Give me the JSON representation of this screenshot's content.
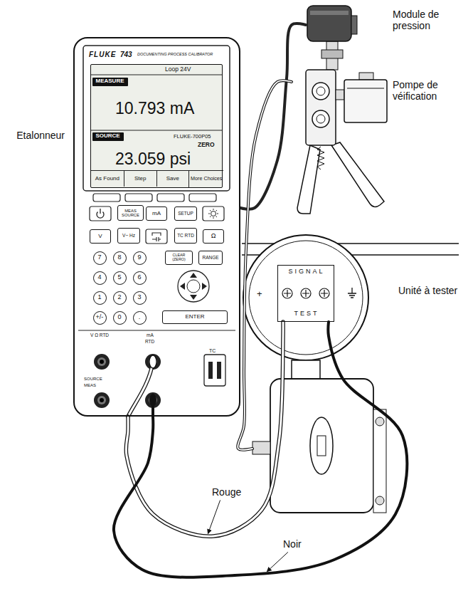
{
  "diagram": {
    "nodes": [
      {
        "text": [
          "Etalonneur",
          "FLUKE",
          "743",
          "DOCUMENTING PROCESS CALIBRATOR"
        ]
      },
      {
        "text": [
          "Loop 24V",
          "10.793 mA",
          "FLUKE-700P05",
          "ZERO",
          "23.059 psi"
        ],
        "in": 0
      },
      {
        "text": [
          "MEASURE"
        ],
        "in": 1
      },
      {
        "text": [
          "SOURCE"
        ],
        "in": 1
      },
      {
        "text": [
          "As Found"
        ],
        "in": 1
      },
      {
        "text": [
          "Step"
        ],
        "in": 1
      },
      {
        "text": [
          "Save"
        ],
        "in": 1
      },
      {
        "text": [
          "More Choices"
        ],
        "in": 1
      },
      {
        "text": [
          "MEAS SOURCE"
        ],
        "in": 0
      },
      {
        "text": [
          "mA"
        ],
        "in": 0
      },
      {
        "text": [
          "SETUP"
        ],
        "in": 0
      },
      {
        "text": [
          "V"
        ],
        "in": 0
      },
      {
        "text": [
          "V~ Hz"
        ],
        "in": 0
      },
      {
        "text": [
          "TC RTD"
        ],
        "in": 0
      },
      {
        "text": [
          "Ω"
        ],
        "in": 0
      },
      {
        "text": [
          "7"
        ],
        "in": 0
      },
      {
        "text": [
          "8"
        ],
        "in": 0
      },
      {
        "text": [
          "9"
        ],
        "in": 0
      },
      {
        "text": [
          "CLEAR (ZERO)"
        ],
        "in": 0
      },
      {
        "text": [
          "RANGE"
        ],
        "in": 0
      },
      {
        "text": [
          "4"
        ],
        "in": 0
      },
      {
        "text": [
          "5"
        ],
        "in": 0
      },
      {
        "text": [
          "6"
        ],
        "in": 0
      },
      {
        "text": [
          "1"
        ],
        "in": 0
      },
      {
        "text": [
          "2"
        ],
        "in": 0
      },
      {
        "text": [
          "3"
        ],
        "in": 0
      },
      {
        "text": [
          "+/-"
        ],
        "in": 0
      },
      {
        "text": [
          "0"
        ],
        "in": 0
      },
      {
        "text": [
          "."
        ],
        "in": 0
      },
      {
        "text": [
          "ENTER"
        ],
        "in": 0
      },
      {
        "text": [
          "Module de pression"
        ]
      },
      {
        "text": [
          "Pompe de véification"
        ]
      },
      {
        "text": [
          "Unité à tester"
        ]
      },
      {
        "text": [
          "SIGNAL",
          "TEST"
        ],
        "in": 32
      }
    ],
    "edges": [
      {
        "from": 0,
        "to": 30,
        "arrow": "none"
      },
      {
        "from": 31,
        "to": 32,
        "arrow": "none"
      },
      {
        "from": 0,
        "to": 33,
        "label": "Rouge",
        "arrow": "none"
      },
      {
        "from": 0,
        "to": 33,
        "label": "Noir",
        "arrow": "none"
      }
    ],
    "labels": [
      "V Ω RTD",
      "mA",
      "RTD",
      "SOURCE",
      "MEAS",
      "TC",
      "+"
    ]
  }
}
